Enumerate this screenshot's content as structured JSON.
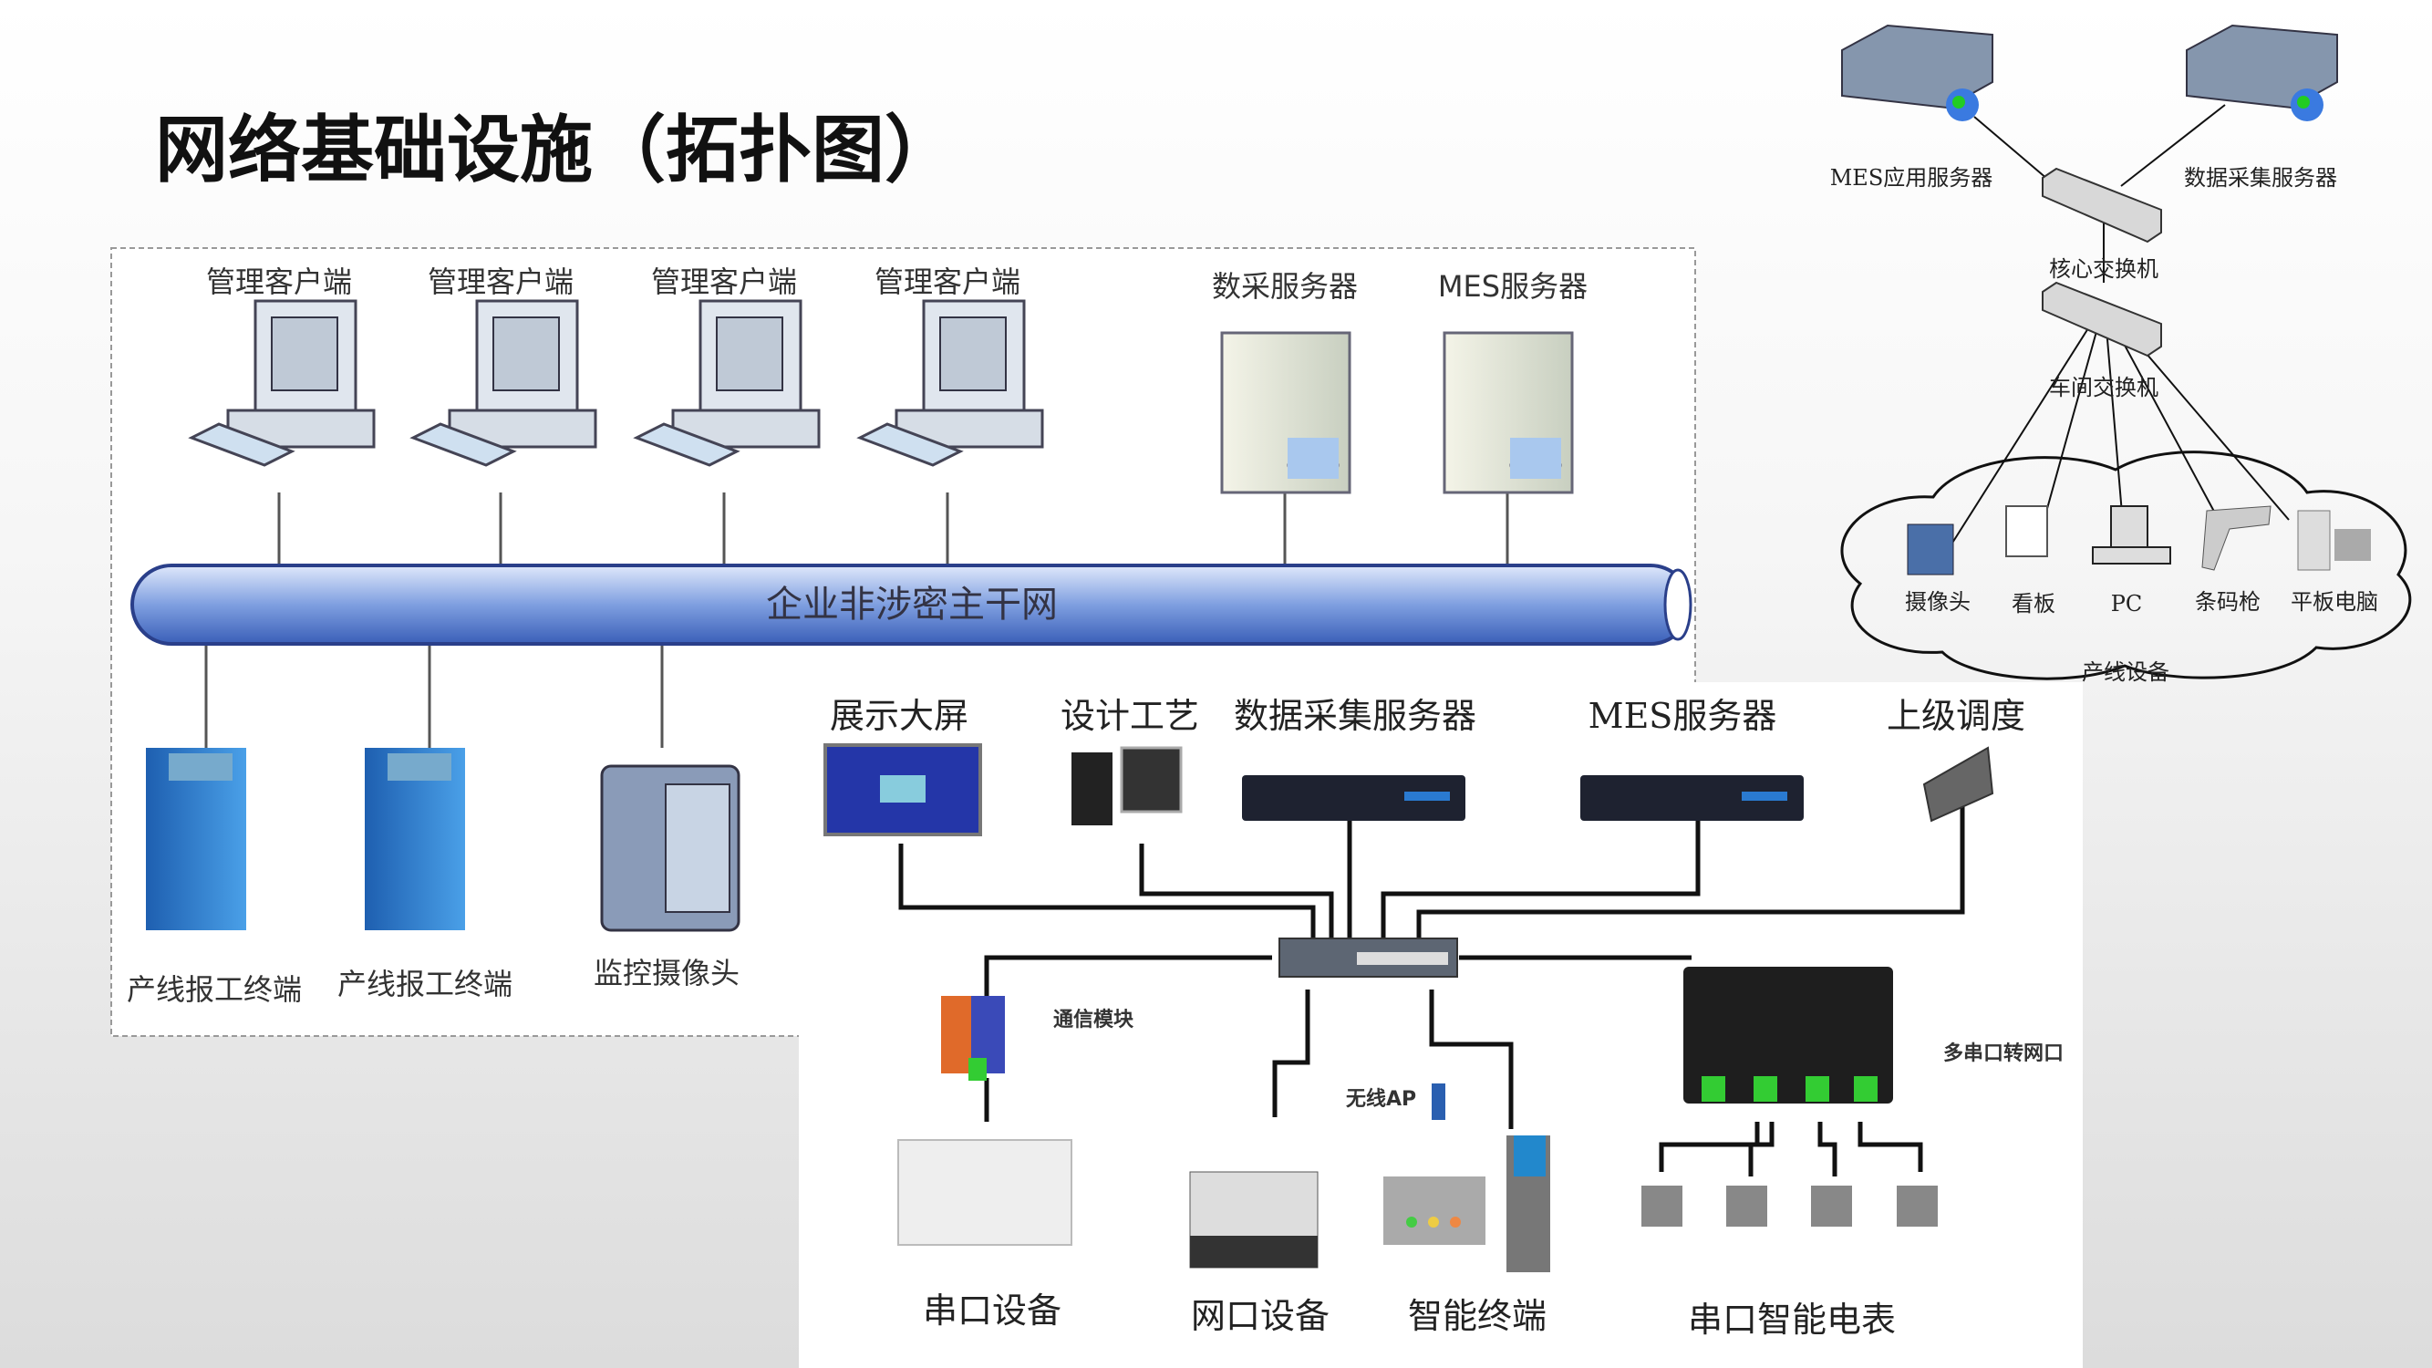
{
  "title": "网络基础设施（拓扑图）",
  "left_panel": {
    "clients": [
      "管理客户端",
      "管理客户端",
      "管理客户端",
      "管理客户端"
    ],
    "servers": [
      "数采服务器",
      "MES服务器"
    ],
    "backbone": "企业非涉密主干网",
    "bottom_devices": [
      "产线报工终端",
      "产线报工终端",
      "监控摄像头"
    ]
  },
  "right_panel": {
    "top_devices": [
      "展示大屏",
      "设计工艺",
      "数据采集服务器",
      "MES服务器",
      "上级调度"
    ],
    "comm_module": "通信模块",
    "wireless_ap": "无线AP",
    "serial_to_ethernet": "多串口转网口",
    "bottom_devices": [
      "串口设备",
      "网口设备",
      "智能终端",
      "串口智能电表"
    ]
  },
  "topology": {
    "mes_app_server": "MES应用服务器",
    "data_collection_server": "数据采集服务器",
    "core_switch": "核心交换机",
    "workshop_switch": "车间交换机",
    "cloud_devices": [
      "摄像头",
      "看板",
      "PC",
      "条码枪",
      "平板电脑"
    ],
    "cloud_label": "产线设备"
  }
}
